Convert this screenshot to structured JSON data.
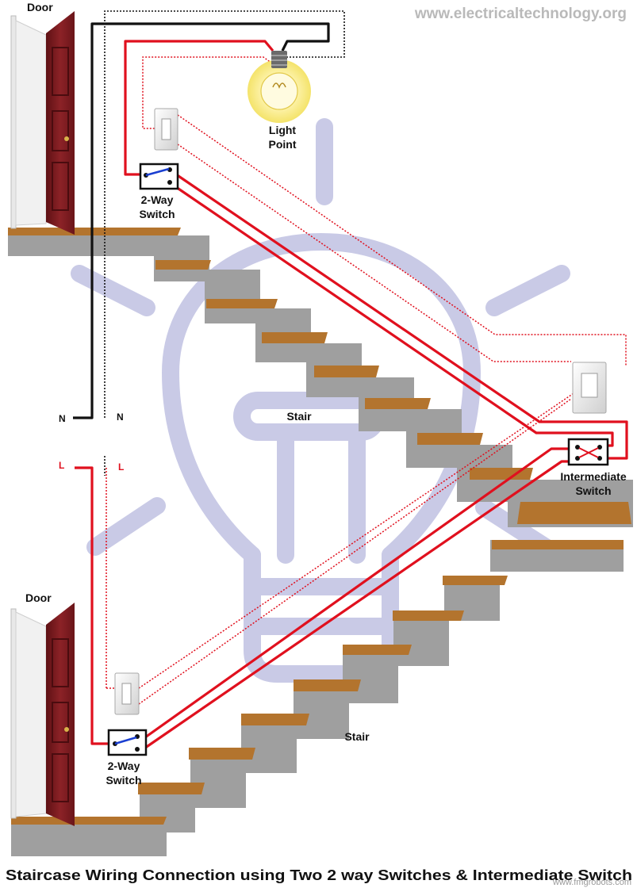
{
  "site_url": "www.electricaltechnology.org",
  "watermark2": "www.fmgrobots.com",
  "title": "Staircase Wiring Connection using Two 2 way Switches & Intermediate Switch",
  "labels": {
    "door_top": "Door",
    "door_bottom": "Door",
    "light_line1": "Light",
    "light_line2": "Point",
    "switch_top_line1": "2-Way",
    "switch_top_line2": "Switch",
    "switch_bottom_line1": "2-Way",
    "switch_bottom_line2": "Switch",
    "intermediate_line1": "Intermediate",
    "intermediate_line2": "Switch",
    "stair_top": "Stair",
    "stair_bottom": "Stair",
    "neutral_left": "N",
    "neutral_right": "N",
    "live_left": "L",
    "live_right": "L"
  },
  "colors": {
    "live_wire": "#e0101e",
    "neutral_wire": "#111111",
    "switch_blade": "#1a3fd1",
    "watermark_bulb": "#c9cae6",
    "step_tread": "#b3742e",
    "step_riser": "#9f9f9f",
    "door": "#7a1a1e"
  }
}
